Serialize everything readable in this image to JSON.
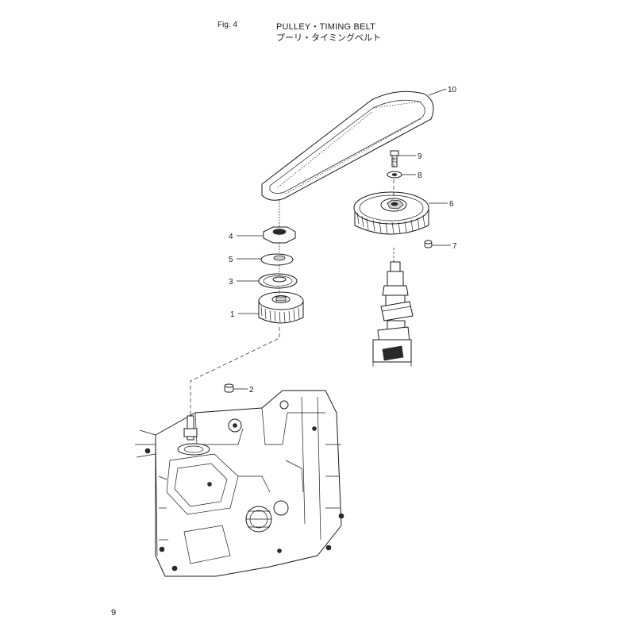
{
  "header": {
    "fig_label": "Fig. 4",
    "title_en": "PULLEY・TIMING BELT",
    "title_jp": "プーリ・タイミングベルト"
  },
  "callouts": [
    "1",
    "2",
    "3",
    "4",
    "5",
    "6",
    "7",
    "8",
    "9",
    "10"
  ],
  "footer": {
    "page_number": "9"
  }
}
